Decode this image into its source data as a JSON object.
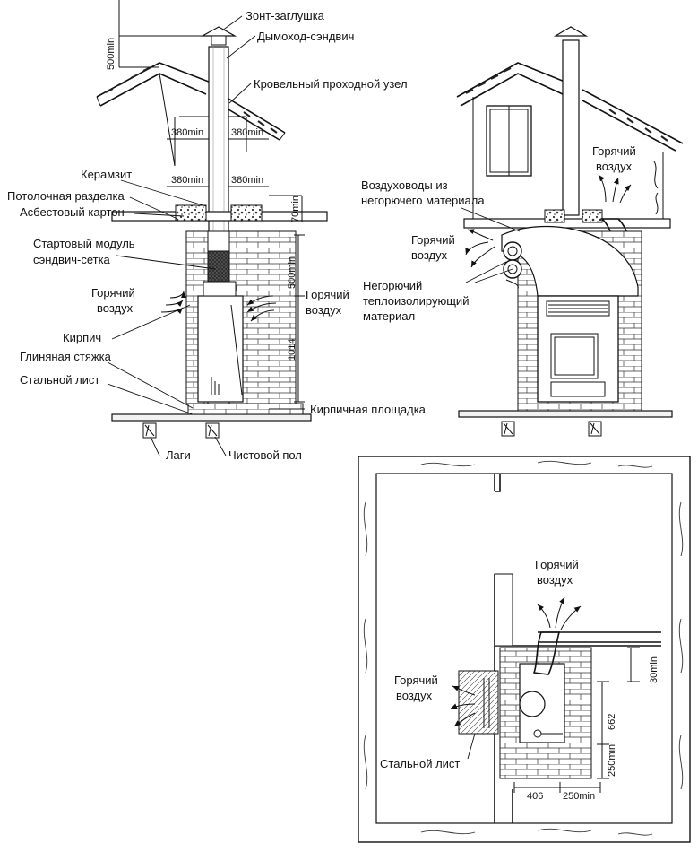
{
  "side_view": {
    "labels": {
      "cap": "Зонт-заглушка",
      "chimney": "Дымоход-сэндвич",
      "roof_unit": "Кровельный проходной узел",
      "claydite": "Керамзит",
      "ceiling_cut": "Потолочная разделка",
      "asbestos": "Асбестовый картон",
      "start_module_1": "Стартовый модуль",
      "start_module_2": "сэндвич-сетка",
      "hot_air_1": "Горячий",
      "hot_air_2": "воздух",
      "hot_air_r1": "Горячий",
      "hot_air_r2": "воздух",
      "brick": "Кирпич",
      "clay_screed": "Глиняная стяжка",
      "steel_sheet": "Стальной лист",
      "brick_platform": "Кирпичная площадка",
      "joists": "Лаги",
      "finish_floor": "Чистовой пол"
    },
    "dims": {
      "top_500": "500min",
      "roof_380_l": "380min",
      "roof_380_r": "380min",
      "ceil_380_l": "380min",
      "ceil_380_r": "380min",
      "ceil_70": "70min",
      "side_500": "500min",
      "height_1014": "1014"
    }
  },
  "front_view": {
    "labels": {
      "ducts_1": "Воздуховоды из",
      "ducts_2": "негорючего материала",
      "hot_air_l1": "Горячий",
      "hot_air_l2": "воздух",
      "insul_1": "Негорючий",
      "insul_2": "теплоизолирующий",
      "insul_3": "материал",
      "hot_air_t1": "Горячий",
      "hot_air_t2": "воздух"
    }
  },
  "plan_view": {
    "labels": {
      "hot_air_t1": "Горячий",
      "hot_air_t2": "воздух",
      "hot_air_l1": "Горячий",
      "hot_air_l2": "воздух",
      "steel_sheet": "Стальной лист"
    },
    "dims": {
      "d30": "30min",
      "d662": "662",
      "d250v": "250min",
      "d406": "406",
      "d250h": "250min"
    }
  }
}
